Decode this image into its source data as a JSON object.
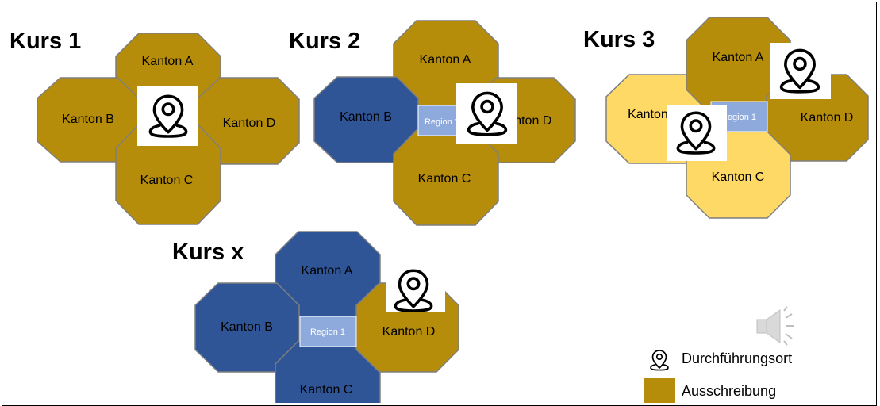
{
  "colors": {
    "ausschreibung": "#B58D0B",
    "ausschreibung_light": "#FFD966",
    "region_kanton": "#2F5597",
    "region_box": "#8EA9DB",
    "border": "#7F7F7F"
  },
  "courses": [
    {
      "title": "Kurs 1",
      "cantons": {
        "A": "Kanton A",
        "B": "Kanton B",
        "C": "Kanton C",
        "D": "Kanton D"
      }
    },
    {
      "title": "Kurs 2",
      "cantons": {
        "A": "Kanton A",
        "B": "Kanton B",
        "C": "Kanton C",
        "D": "Kanton D"
      },
      "region": "Region 1"
    },
    {
      "title": "Kurs 3",
      "cantons": {
        "A": "Kanton A",
        "B": "Kanton B",
        "C": "Kanton C",
        "D": "Kanton D"
      },
      "region": "Region 1"
    },
    {
      "title": "Kurs x",
      "cantons": {
        "A": "Kanton A",
        "B": "Kanton B",
        "C": "Kanton C",
        "D": "Kanton D"
      },
      "region": "Region 1"
    }
  ],
  "legend": {
    "location": "Durchführungsort",
    "tender": "Ausschreibung"
  },
  "icons": {
    "location": "map-pin-icon",
    "audio": "speaker-icon"
  }
}
